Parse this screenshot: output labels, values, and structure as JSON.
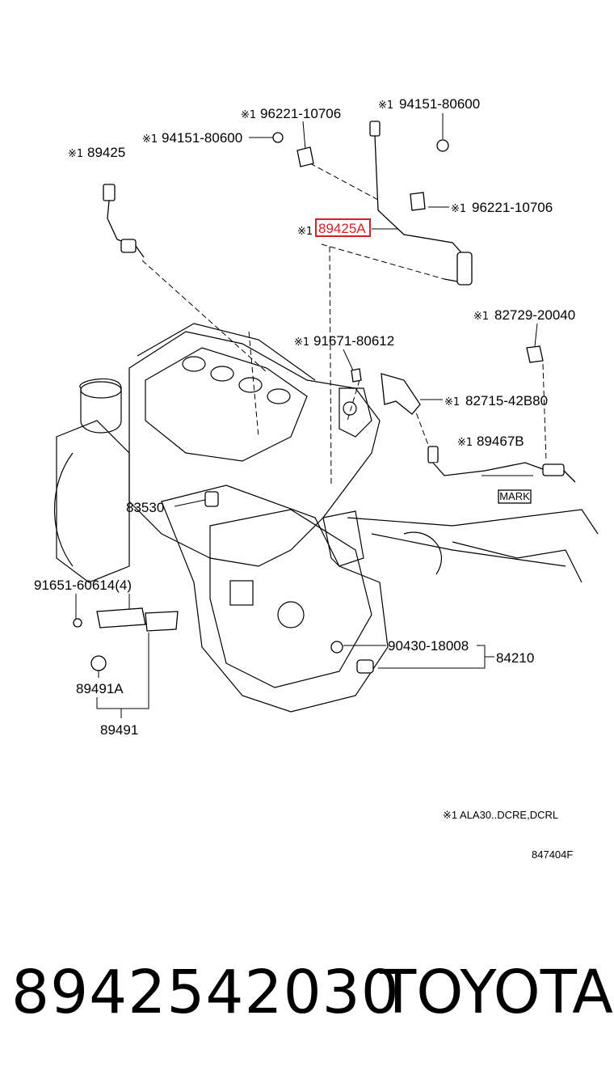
{
  "callouts": {
    "c96221_top": {
      "mark": "※1",
      "code": "96221-10706"
    },
    "c94151_top_right": {
      "mark": "※1",
      "code": "94151-80600"
    },
    "c94151_left": {
      "mark": "※1",
      "code": "94151-80600"
    },
    "c89425": {
      "mark": "※1",
      "code": "89425"
    },
    "c96221_right": {
      "mark": "※1",
      "code": "96221-10706"
    },
    "c89425A": {
      "mark": "※1",
      "code": "89425A"
    },
    "c82729": {
      "mark": "※1",
      "code": "82729-20040"
    },
    "c91671": {
      "mark": "※1",
      "code": "91671-80612"
    },
    "c82715": {
      "mark": "※1",
      "code": "82715-42B80"
    },
    "c89467B": {
      "mark": "※1",
      "code": "89467B"
    },
    "c83530": {
      "code": "83530"
    },
    "c91651": {
      "code": "91651-60614(4)"
    },
    "c90430": {
      "code": "90430-18008"
    },
    "c84210": {
      "code": "84210"
    },
    "c89491A": {
      "code": "89491A"
    },
    "c89491": {
      "code": "89491"
    },
    "mark_tag": "MARK"
  },
  "note": "※1 ALA30..DCRE,DCRL",
  "diagram_id": "847404F",
  "highlight_color": "#d61f26",
  "footer": {
    "part_number": "8942542030",
    "brand": "TOYOTA"
  }
}
